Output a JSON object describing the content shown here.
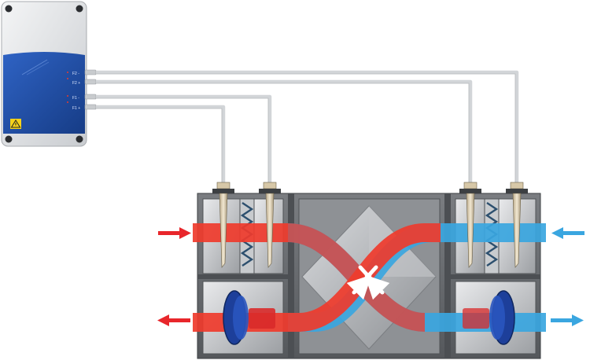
{
  "controller": {
    "ports": [
      "F2 -",
      "F2 +",
      "F1 -",
      "F1 +"
    ]
  },
  "colors": {
    "warm_flow": "#ef3b2c",
    "cool_flow": "#3aa6e0",
    "controller_panel": "#1f4fa6",
    "housing": "#6b6e72",
    "tubing": "#d2d5d8",
    "fan": "#1d3f9a"
  },
  "icons": {
    "warning": "warning-triangle-icon",
    "heat_exchanger": "cross-flow-heat-exchanger",
    "crossing": "x-crossing-arrows-icon"
  }
}
